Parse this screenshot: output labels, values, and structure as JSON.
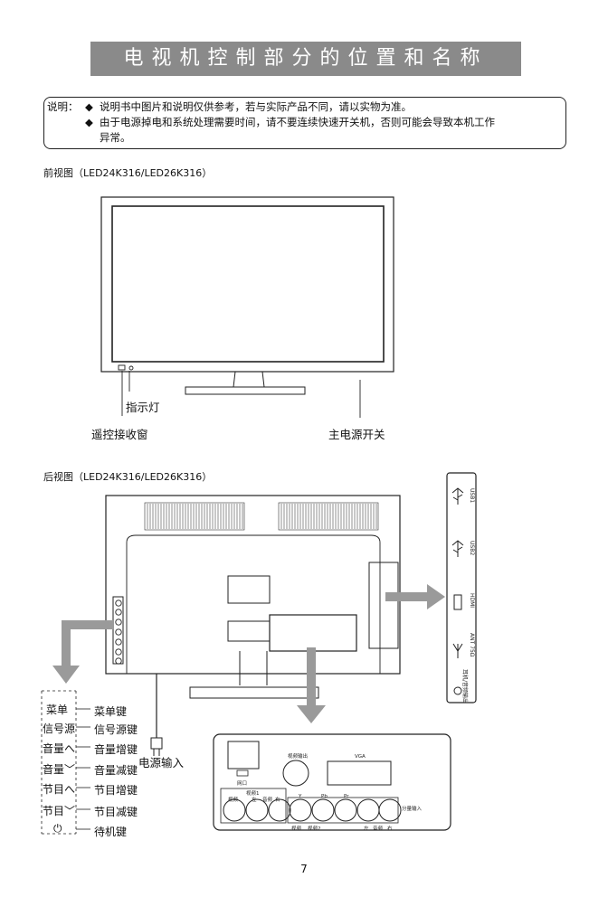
{
  "title": "电视机控制部分的位置和名称",
  "note": {
    "prefix": "说明：",
    "bullet": "◆",
    "line1": "说明书中图片和说明仅供参考，若与实际产品不同，请以实物为准。",
    "line2": "由于电源掉电和系统处理需要时间，请不要连续快速开关机，否则可能会导致本机工作",
    "line3": "异常。"
  },
  "front": {
    "heading": "前视图（LED24K316/LED26K316）",
    "indicator": "指示灯",
    "remote_window": "遥控接收窗",
    "main_power": "主电源开关"
  },
  "rear": {
    "heading": "后视图（LED24K316/LED26K316）",
    "power_input": "电源输入",
    "side_ports": [
      "USB1",
      "USB2",
      "HDMI",
      "ANT 75Ω",
      "耳机/音频输出"
    ]
  },
  "keys": [
    {
      "button": "菜单",
      "label": "菜单键"
    },
    {
      "button": "信号源",
      "label": "信号源键"
    },
    {
      "button": "音量へ",
      "label": "音量增键"
    },
    {
      "button": "音量﹀",
      "label": "音量减键"
    },
    {
      "button": "节目へ",
      "label": "节目增键"
    },
    {
      "button": "节目﹀",
      "label": "节目减键"
    },
    {
      "button": "⏻",
      "label": "待机键"
    }
  ],
  "panel": {
    "lan": "网口",
    "video_out": "视频输出",
    "vga": "VGA",
    "video1": "视频1",
    "video2": "视频2",
    "component_in": "分量输入",
    "video": "视频",
    "audio_l": "左",
    "audio_r": "右",
    "audio": "音频",
    "y": "Y",
    "pb": "Pb",
    "pr": "Pr"
  },
  "page_number": "7"
}
